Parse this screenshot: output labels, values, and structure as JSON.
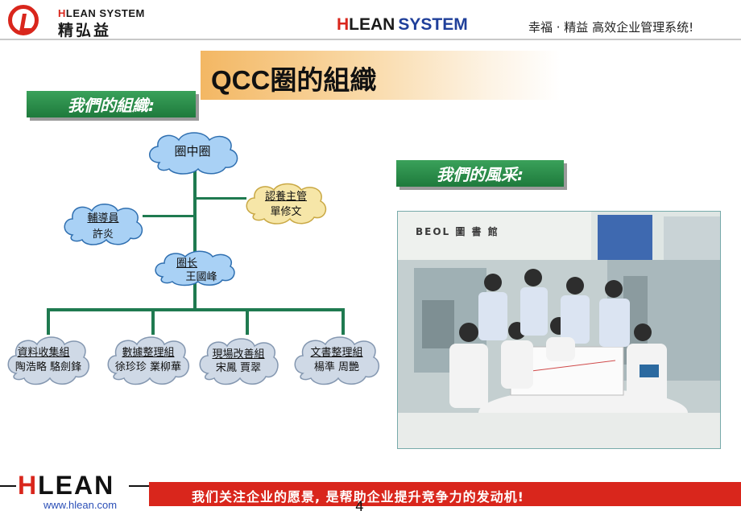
{
  "header": {
    "logo_en_prefix": "H",
    "logo_en_rest": "LEAN SYSTEM",
    "logo_zh": "精弘益",
    "brand_h": "H",
    "brand_lean": "LEAN",
    "brand_system": "SYSTEM",
    "slogan": "幸福 · 精益  高效企业管理系统!"
  },
  "title": "QCC圈的組織",
  "section_org": "我們的組織:",
  "section_style": "我們的風采:",
  "org": {
    "root": "圈中圈",
    "mentor_role": "輔導員",
    "mentor_name": "許炎",
    "sponsor_role": "認養主管",
    "sponsor_name": "單修文",
    "leader_role": "圈长",
    "leader_name": "王國峰",
    "groups": [
      {
        "name": "資料收集組",
        "members": "陶浩略  駱劍鋒"
      },
      {
        "name": "數據整理組",
        "members": "徐珍珍  業柳華"
      },
      {
        "name": "現場改善組",
        "members": "宋鳳  賈翠"
      },
      {
        "name": "文書整理組",
        "members": "楊準  周艷"
      }
    ]
  },
  "photo": {
    "sign_text": "BEOL 圖 書 館",
    "icon": "group-photo"
  },
  "footer": {
    "logo_h": "H",
    "logo_rest": "LEAN",
    "url": "www.hlean.com",
    "slogan": "我们关注企业的愿景, 是帮助企业提升竞争力的发动机!",
    "page": "4"
  },
  "colors": {
    "brand_red": "#d9261c",
    "brand_blue": "#1f3f9a",
    "label_green": "#2a8a4a",
    "cloud_blue": "#a9d1f5",
    "cloud_yellow": "#f6e6a8",
    "line_green": "#1f7a50"
  }
}
